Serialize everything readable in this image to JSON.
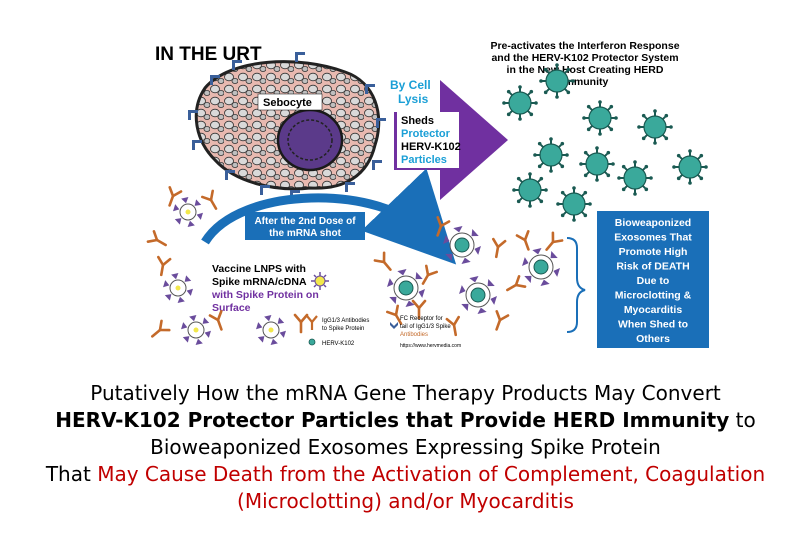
{
  "figure": {
    "heading": "IN THE URT",
    "cell_label": "Sebocyte",
    "lysis_label": [
      "By Cell",
      "Lysis"
    ],
    "arrow_lines": [
      {
        "text": "Sheds",
        "color": "#000000"
      },
      {
        "text": "Protector",
        "color": "#1a9fd6"
      },
      {
        "text": "HERV-K102",
        "color": "#000000"
      },
      {
        "text": "Particles",
        "color": "#1a9fd6"
      }
    ],
    "top_right_text": [
      "Pre-activates the Interferon Response",
      "and the HERV-K102 Protector System",
      "in the New Host Creating HERD",
      "Immunity"
    ],
    "dose_box": [
      "After the 2nd Dose of",
      "the mRNA shot"
    ],
    "vaccine_text": [
      {
        "text": "Vaccine LNPS with",
        "color": "#000000"
      },
      {
        "text": "Spike mRNA/cDNA",
        "color": "#000000"
      },
      {
        "text": "with Spike Protein on",
        "color": "#7030a0"
      },
      {
        "text": "Surface",
        "color": "#7030a0"
      }
    ],
    "right_box": [
      "Bioweaponized",
      "Exosomes That",
      "Promote High",
      "Risk of DEATH",
      "Due to",
      "Microclotting &",
      "Myocarditis",
      "When Shed to",
      "Others"
    ],
    "legend": {
      "antibody_label": [
        "IgG1/3 Antibodies",
        "to Spike Protein"
      ],
      "herv_label": "HERV-K102",
      "fc_label": [
        "FC Receptor for",
        "tail of IgG1/3 Spike",
        "Antibodies"
      ],
      "website": "https://www.hervmedia.com"
    },
    "colors": {
      "arrow_purple": "#7030a0",
      "box_blue": "#1a6fb8",
      "particle_teal": "#3aa99b",
      "spike_purple": "#6a4c9c",
      "antibody_orange": "#c46a2a",
      "receptor_blue": "#3a5f9a",
      "caption_red": "#c00000"
    }
  },
  "caption": {
    "line1": "Putatively How the mRNA Gene Therapy Products May Convert",
    "line2_bold": "HERV-K102 Protector Particles  that Provide HERD Immunity",
    "line2_rest": " to",
    "line3": "Bioweaponized Exosomes Expressing Spike Protein",
    "line4_black": "That ",
    "line4_red": "May Cause Death from the Activation of Complement, Coagulation",
    "line5_red": "(Microclotting) and/or Myocarditis"
  }
}
